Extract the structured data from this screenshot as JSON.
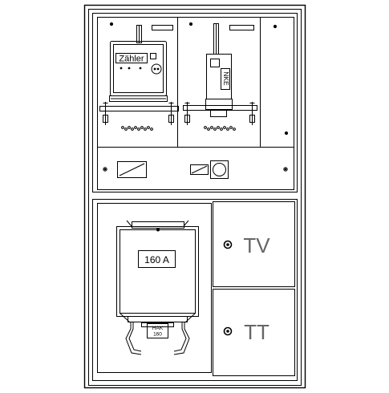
{
  "diagram": {
    "meter": {
      "label": "Zähler"
    },
    "nke": {
      "label": "NKE"
    },
    "hak": {
      "rating": "160 A",
      "tag_line1": "HAK",
      "tag_line2": "160"
    },
    "right_panels": {
      "upper": {
        "label": "TV"
      },
      "lower": {
        "label": "TT"
      }
    }
  }
}
